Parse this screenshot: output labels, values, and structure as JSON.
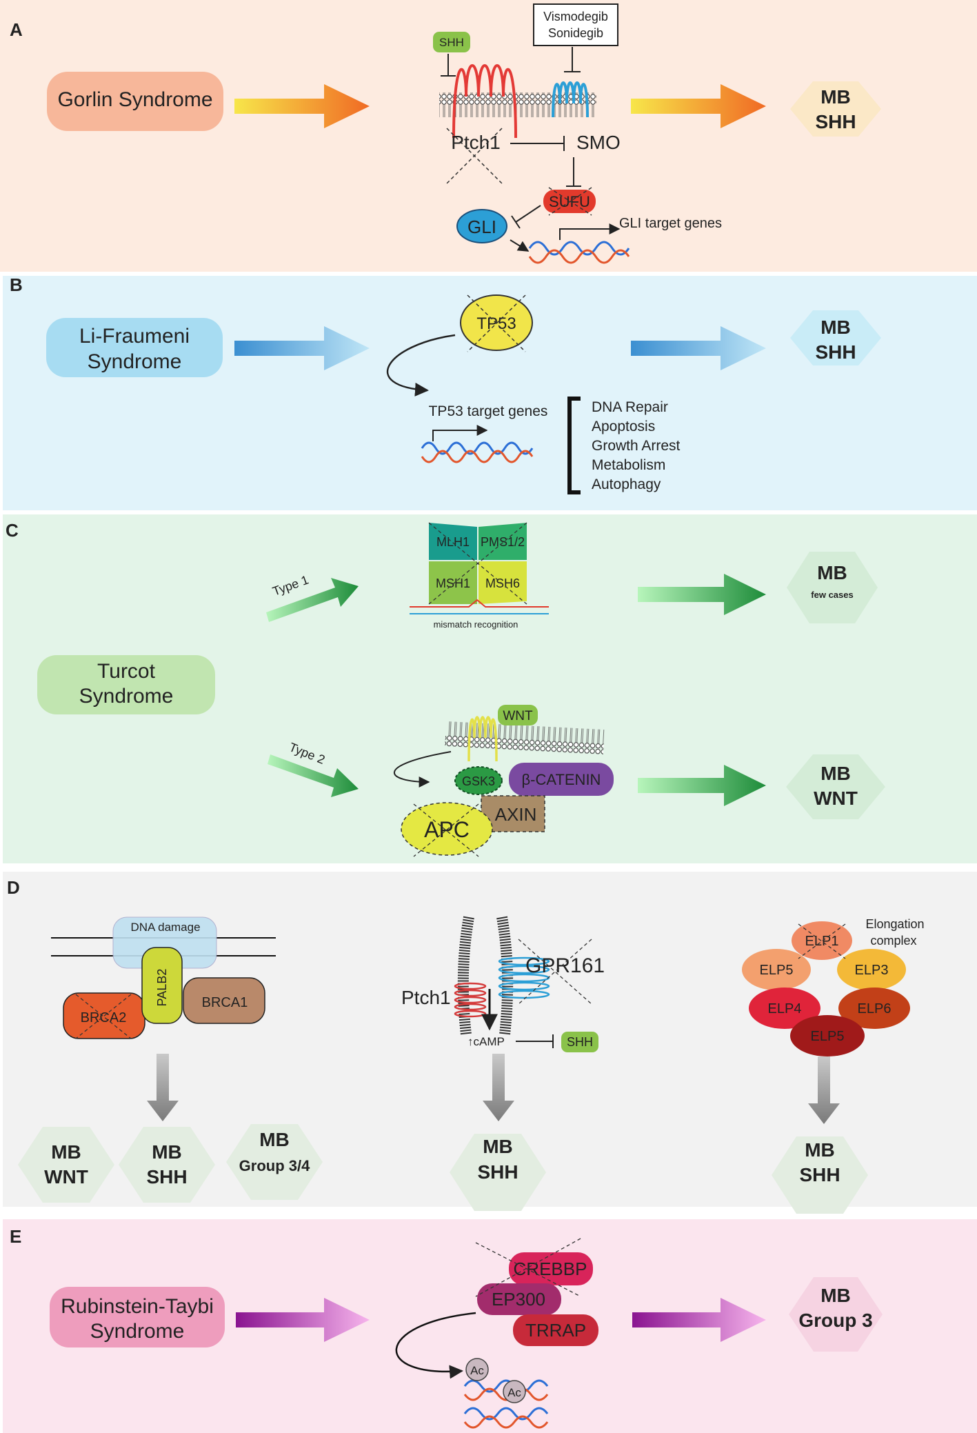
{
  "panels": {
    "A": {
      "letter": "A",
      "syndrome": "Gorlin Syndrome",
      "drug_1": "Vismodegib",
      "drug_2": "Sonidegib",
      "ligand": "SHH",
      "receptor": "Ptch1",
      "smo": "SMO",
      "sufu": "SUFU",
      "gli": "GLI",
      "target": "GLI target genes",
      "result_1": "MB",
      "result_2": "SHH"
    },
    "B": {
      "letter": "B",
      "syndrome_1": "Li-Fraumeni",
      "syndrome_2": "Syndrome",
      "gene": "TP53",
      "target": "TP53 target genes",
      "functions": [
        "DNA Repair",
        "Apoptosis",
        "Growth Arrest",
        "Metabolism",
        "Autophagy"
      ],
      "result_1": "MB",
      "result_2": "SHH"
    },
    "C": {
      "letter": "C",
      "syndrome_1": "Turcot",
      "syndrome_2": "Syndrome",
      "type_1": "Type 1",
      "type_2": "Type 2",
      "mmr": [
        "MLH1",
        "PMS1/2",
        "MSH1",
        "MSH6"
      ],
      "mismatch": "mismatch recognition",
      "wnt": "WNT",
      "gsk3": "GSK3",
      "catenin": "β-CATENIN",
      "axin": "AXIN",
      "apc": "APC",
      "result1_1": "MB",
      "result1_2": "few cases",
      "result2_1": "MB",
      "result2_2": "WNT"
    },
    "D": {
      "letter": "D",
      "dna_damage": "DNA damage",
      "brca2": "BRCA2",
      "palb2": "PALB2",
      "brca1": "BRCA1",
      "gpr161": "GPR161",
      "ptch1": "Ptch1",
      "camp": "↑cAMP",
      "shh": "SHH",
      "elongation_1": "Elongation",
      "elongation_2": "complex",
      "elps": [
        "ELP1",
        "ELP5",
        "ELP3",
        "ELP4",
        "ELP6",
        "ELP5"
      ],
      "hex_1a": "MB",
      "hex_1b": "WNT",
      "hex_2a": "MB",
      "hex_2b": "SHH",
      "hex_3a": "MB",
      "hex_3b": "Group 3/4",
      "hex_4a": "MB",
      "hex_4b": "SHH",
      "hex_5a": "MB",
      "hex_5b": "SHH"
    },
    "E": {
      "letter": "E",
      "syndrome_1": "Rubinstein-Taybi",
      "syndrome_2": "Syndrome",
      "crebbp": "CREBBP",
      "ep300": "EP300",
      "trrap": "TRRAP",
      "ac": "Ac",
      "result_1": "MB",
      "result_2": "Group 3"
    }
  },
  "colors": {
    "panel_a": "#fdebe0",
    "panel_b": "#e1f3fa",
    "panel_c": "#e3f4e8",
    "panel_d": "#f2f2f2",
    "panel_e": "#fbe5ee"
  }
}
